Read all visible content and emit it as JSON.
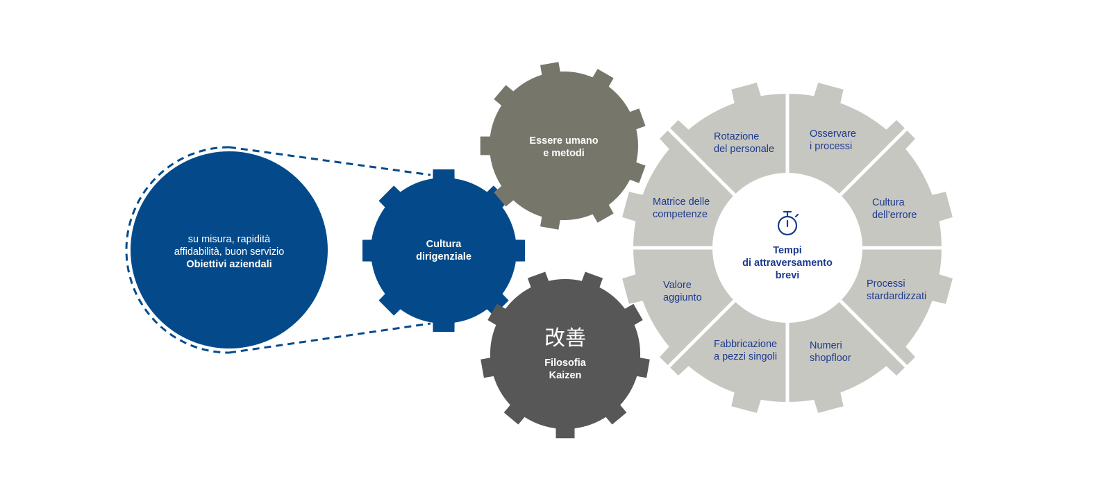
{
  "colors": {
    "blue": "#044a8a",
    "olive_gear": "#77766b",
    "dark_gear": "#575757",
    "light_gear": "#c7c7c1",
    "text_blue": "#1d3a8f",
    "white": "#ffffff"
  },
  "goals_circle": {
    "line1": "su misura, rapidità",
    "line2": "affidabilità, buon servizio",
    "title": "Obiettivi aziendali"
  },
  "culture_gear": {
    "line1": "Cultura",
    "line2": "dirigenziale"
  },
  "human_gear": {
    "line1": "Essere umano",
    "line2": "e metodi"
  },
  "kaizen_gear": {
    "kanji": "改善",
    "line1": "Filosofia",
    "line2": "Kaizen"
  },
  "big_gear": {
    "icon": "stopwatch-icon",
    "center_line1": "Tempi",
    "center_line2": "di attraversamento",
    "center_line3": "brevi",
    "segments": [
      {
        "line1": "Osservare",
        "line2": "i processi"
      },
      {
        "line1": "Cultura",
        "line2": "dell’errore"
      },
      {
        "line1": "Processi",
        "line2": "stardardizzati"
      },
      {
        "line1": "Numeri",
        "line2": "shopfloor"
      },
      {
        "line1": "Fabbricazione",
        "line2": "a pezzi singoli"
      },
      {
        "line1": "Valore",
        "line2": "aggiunto"
      },
      {
        "line1": "Matrice delle",
        "line2": "competenze"
      },
      {
        "line1": "Rotazione",
        "line2": "del personale"
      }
    ]
  }
}
